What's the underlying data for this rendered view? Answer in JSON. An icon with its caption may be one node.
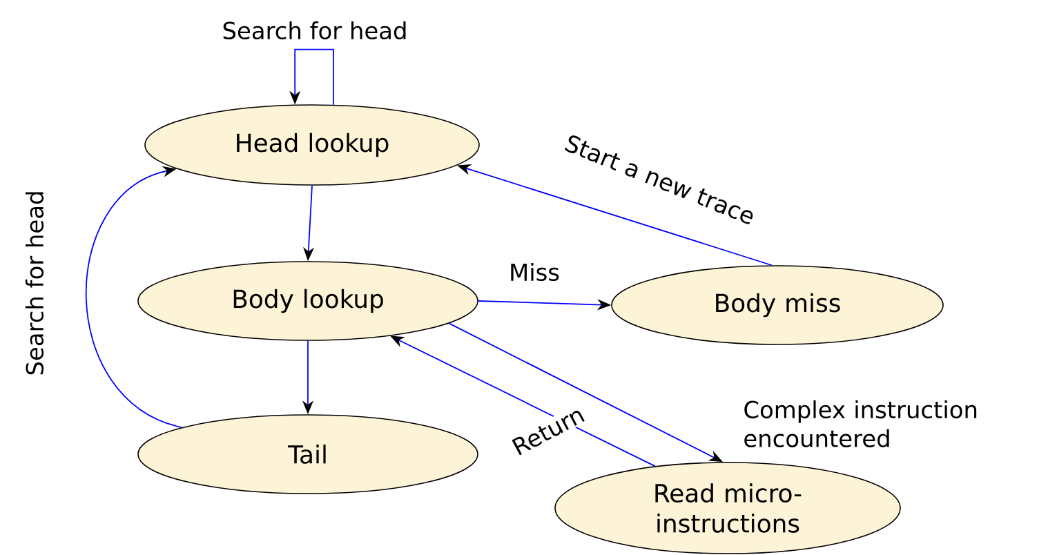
{
  "diagram": {
    "nodes": [
      {
        "text": [
          "Head lookup"
        ]
      },
      {
        "text": [
          "Body lookup"
        ]
      },
      {
        "text": [
          "Body miss"
        ]
      },
      {
        "text": [
          "Tail"
        ]
      },
      {
        "text": [
          "Read micro-instructions"
        ]
      }
    ],
    "edges": [
      {
        "from": 0,
        "to": 0,
        "arrow": "to",
        "label": "Search for head"
      },
      {
        "from": 0,
        "to": 1,
        "arrow": "to"
      },
      {
        "from": 1,
        "to": 2,
        "arrow": "to",
        "label": "Miss"
      },
      {
        "from": 2,
        "to": 0,
        "arrow": "to",
        "label": "Start a new trace"
      },
      {
        "from": 1,
        "to": 4,
        "arrow": "to",
        "label": "Complex instruction encountered"
      },
      {
        "from": 4,
        "to": 1,
        "arrow": "to",
        "label": "Return"
      },
      {
        "from": 1,
        "to": 3,
        "arrow": "to"
      },
      {
        "from": 3,
        "to": 0,
        "arrow": "to",
        "label": "Search for head"
      }
    ]
  }
}
